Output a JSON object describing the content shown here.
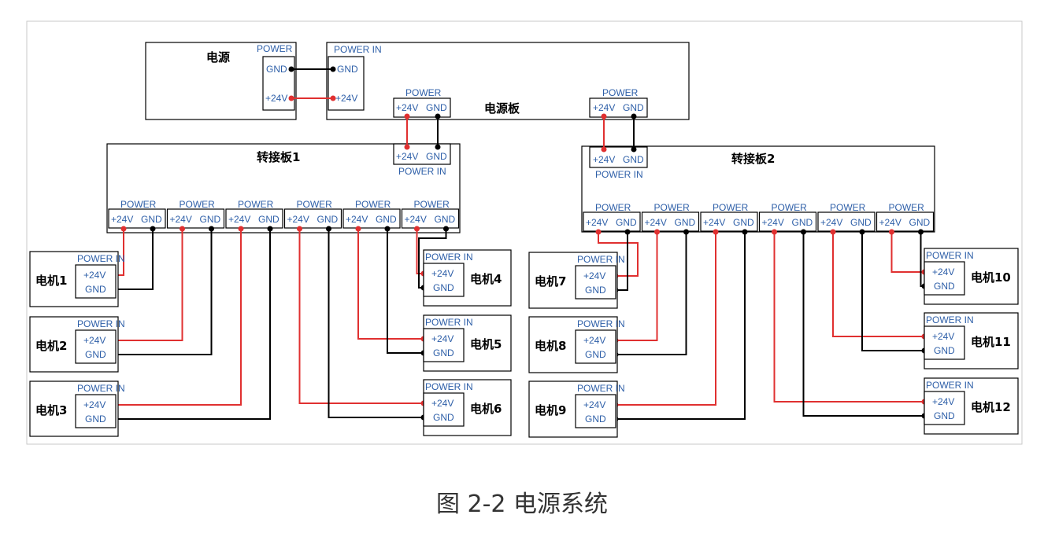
{
  "labels": {
    "power_supply": "电源",
    "power_board": "电源板",
    "adapter1": "转接板1",
    "adapter2": "转接板2",
    "power": "POWER",
    "power_in": "POWER IN",
    "gnd": "GND",
    "p24v": "+24V"
  },
  "motors": [
    "电机1",
    "电机2",
    "电机3",
    "电机4",
    "电机5",
    "电机6",
    "电机7",
    "电机8",
    "电机9",
    "电机10",
    "电机11",
    "电机12"
  ],
  "caption": "图 2-2 电源系统",
  "colors": {
    "positive_wire": "#e03030",
    "ground_wire": "#000000",
    "port_label": "#2e5fa8"
  }
}
